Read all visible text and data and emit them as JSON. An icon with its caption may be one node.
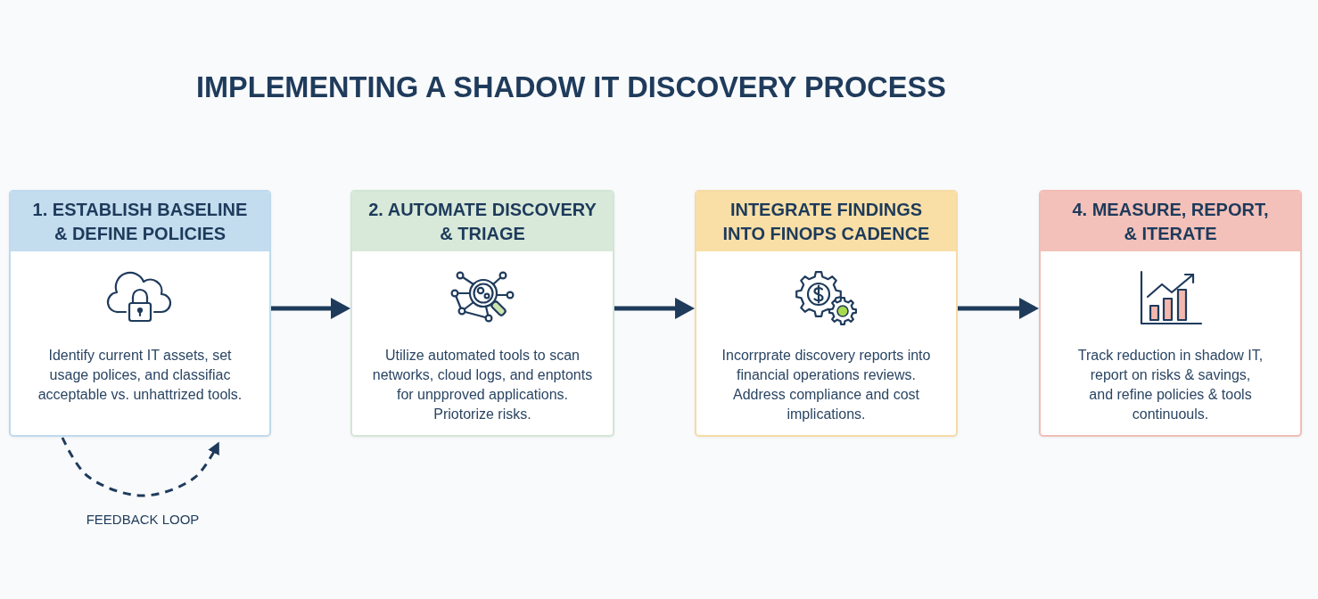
{
  "diagram": {
    "title": "IMPLEMENTING A SHADOW IT DISCOVERY PROCESS",
    "nodes": [
      {
        "text": [
          "1. ESTABLISH BASELINE & DEFINE POLICIES",
          "Identify current IT assets, set usage polices, and classifiac acceptable vs. unhattrized tools."
        ]
      },
      {
        "text": [
          "2. AUTOMATE DISCOVERY & TRIAGE",
          "Utilize automated tools to scan networks, cloud logs, and enptonts for unpproved applications. Priotorize risks."
        ]
      },
      {
        "text": [
          "INTEGRATE FINDINGS INTO FINOPS CADENCE",
          "Incorrprate discovery reports into financial operations reviews. Address compliance and cost implications."
        ]
      },
      {
        "text": [
          "4. MEASURE, REPORT, & ITERATE",
          "Track reduction in shadow IT, report on risks & savings, and refine policies & tools continuouls."
        ]
      }
    ],
    "edges": [
      {
        "from": 0,
        "to": 1,
        "arrow": "to"
      },
      {
        "from": 1,
        "to": 2,
        "arrow": "to"
      },
      {
        "from": 2,
        "to": 3,
        "arrow": "to"
      },
      {
        "from": 0,
        "to": 0,
        "arrow": "to",
        "style": "dashed",
        "label": "FEEDBACK LOOP"
      }
    ]
  }
}
